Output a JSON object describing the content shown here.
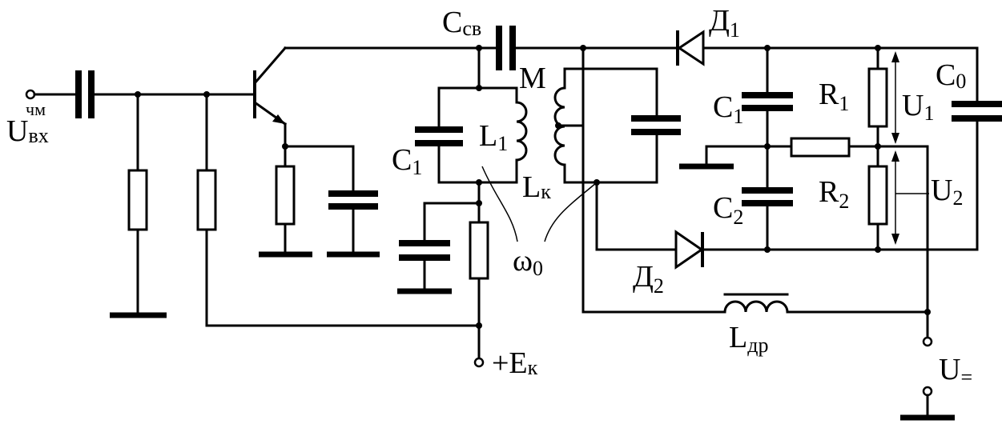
{
  "labels": {
    "input": {
      "main": "U",
      "sub": "вх",
      "sup": "чм"
    },
    "c_coupling": {
      "main": "C",
      "sub": "св"
    },
    "d1": {
      "main": "Д",
      "sub": "1"
    },
    "d2": {
      "main": "Д",
      "sub": "2"
    },
    "m": {
      "main": "M"
    },
    "l1": {
      "main": "L",
      "sub": "1"
    },
    "c1_left": {
      "main": "C",
      "sub": "1"
    },
    "lk": {
      "main": "L",
      "sub": "к"
    },
    "c1_right": {
      "main": "C",
      "sub": "1"
    },
    "c2": {
      "main": "C",
      "sub": "2"
    },
    "r1": {
      "main": "R",
      "sub": "1"
    },
    "r2": {
      "main": "R",
      "sub": "2"
    },
    "u1": {
      "main": "U",
      "sub": "1"
    },
    "u2": {
      "main": "U",
      "sub": "2"
    },
    "c0": {
      "main": "C",
      "sub": "0"
    },
    "omega": {
      "main": "ω",
      "sub": "0"
    },
    "ek": {
      "main": "+E",
      "sub": "к"
    },
    "ldr": {
      "main": "L",
      "sub": "др"
    },
    "uout": {
      "main": "U",
      "sub": "="
    }
  }
}
